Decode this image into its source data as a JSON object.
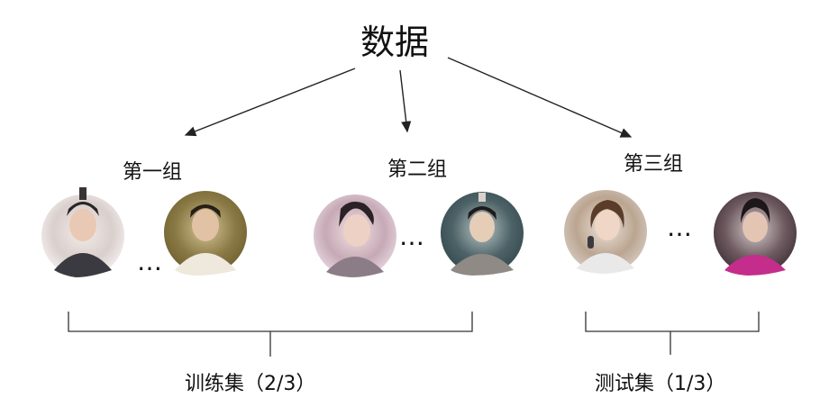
{
  "title": "数据",
  "groups": [
    {
      "label": "第一组",
      "ellipsis": "…"
    },
    {
      "label": "第二组",
      "ellipsis": "…"
    },
    {
      "label": "第三组",
      "ellipsis": "…"
    }
  ],
  "sets": {
    "train": "训练集（2/3）",
    "test": "测试集（1/3）"
  },
  "colors": {
    "line": "#333333",
    "text": "#111111"
  }
}
